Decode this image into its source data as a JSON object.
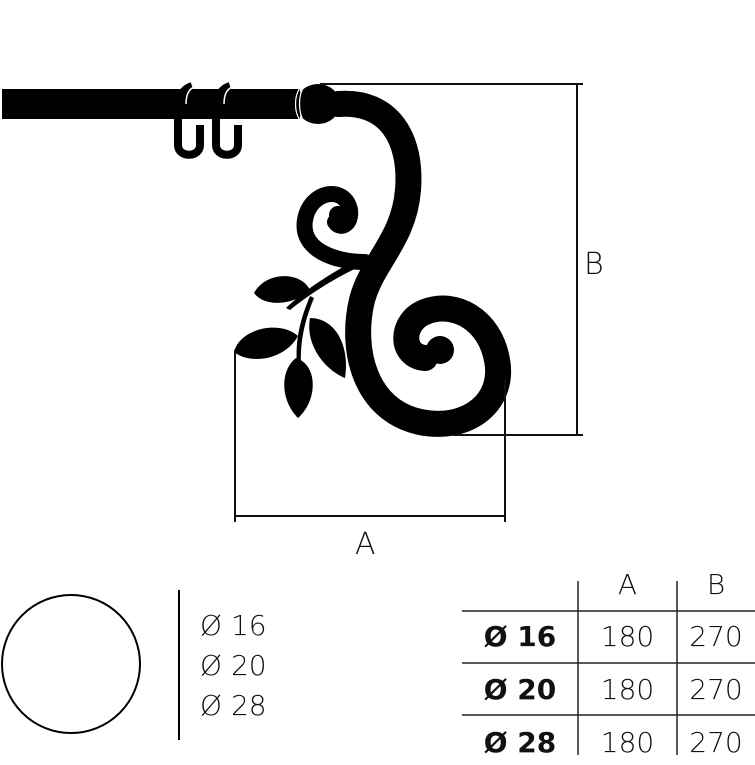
{
  "drawing": {
    "dimension_a_label": "A",
    "dimension_b_label": "B",
    "colors": {
      "ink": "#000000",
      "line": "#111111",
      "background": "#ffffff"
    }
  },
  "profile": {
    "shape": "round",
    "diameters": [
      "Ø 16",
      "Ø 20",
      "Ø 28"
    ]
  },
  "table": {
    "headers": [
      "",
      "A",
      "B"
    ],
    "rows": [
      {
        "diameter": "Ø 16",
        "a": "180",
        "b": "270"
      },
      {
        "diameter": "Ø 20",
        "a": "180",
        "b": "270"
      },
      {
        "diameter": "Ø 28",
        "a": "180",
        "b": "270"
      }
    ]
  }
}
